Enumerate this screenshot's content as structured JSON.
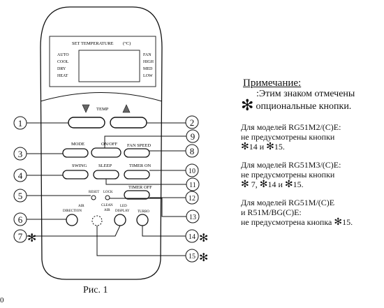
{
  "remote": {
    "set_temperature": "SET TEMPERATURE",
    "unit": "(°C)",
    "modes": [
      "AUTO",
      "COOL",
      "DRY",
      "HEAT"
    ],
    "fan_levels": [
      "FAN",
      "HIGH",
      "MED",
      "LOW"
    ],
    "temp_label": "TEMP",
    "labels": {
      "mode": "MODE",
      "on_off": "ON/OFF",
      "fan_speed": "FAN SPEED",
      "swing": "SWING",
      "sleep": "SLEEP",
      "timer_on": "TIMER ON",
      "reset": "RESET",
      "lock": "LOCK",
      "timer_off": "TIMER OFF",
      "air": "AIR",
      "direction": "DIRECTION",
      "clean": "CLEAN",
      "air2": "AIR",
      "led": "LED",
      "display": "DISPLAY",
      "turbo": "TURBO"
    }
  },
  "callouts": [
    "1",
    "2",
    "3",
    "4",
    "5",
    "6",
    "7",
    "8",
    "9",
    "10",
    "11",
    "12",
    "13",
    "14",
    "15"
  ],
  "star_glyph": "✻",
  "notes": {
    "title": "Примечание:",
    "line1": ":Этим знаком отмечены",
    "line2": "опциональные кнопки.",
    "block1": {
      "l1": "Для моделей RG51M2/(C)E:",
      "l2": "не предусмотрены кнопки",
      "l3a": "14 и ",
      "l3b": "15."
    },
    "block2": {
      "l1": "Для моделей RG51M3/(C)E:",
      "l2": "не предусмотрены кнопки",
      "l3a": " 7, ",
      "l3b": "14 и ",
      "l3c": "15."
    },
    "block3": {
      "l1": "Для моделей RG51M/(C)E",
      "l2": "и R51M/BG(C)E:",
      "l3": "не предусмотрена кнопка ",
      "l3b": "15."
    }
  },
  "caption": "Рис. 1",
  "corner_mark": "0"
}
